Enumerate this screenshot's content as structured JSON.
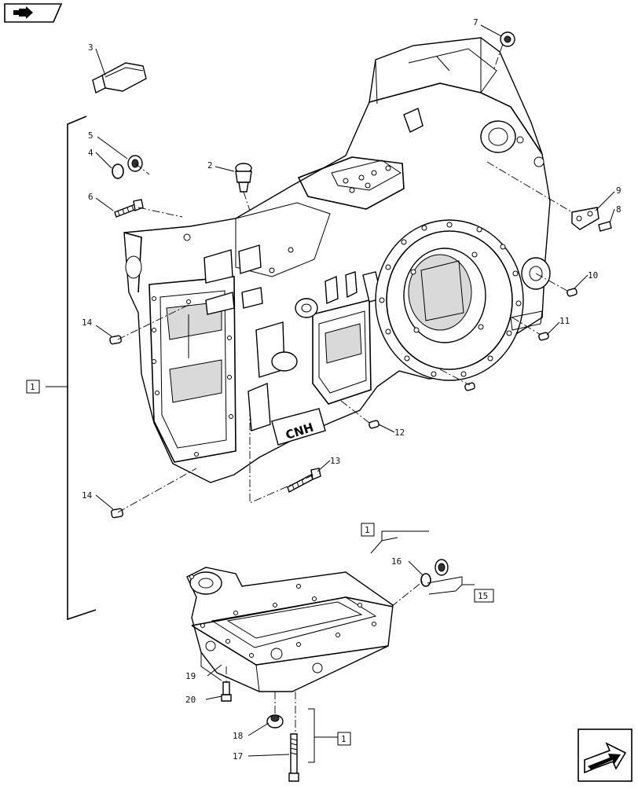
{
  "nav": {
    "top_icon": "book-arrow-icon",
    "bottom_icon": "next-page-arrow-icon"
  },
  "callouts": {
    "c1a": "1",
    "c1b": "1",
    "c1c": "1",
    "c2": "2",
    "c3": "3",
    "c4": "4",
    "c5": "5",
    "c6": "6",
    "c7": "7",
    "c8": "8",
    "c9": "9",
    "c10": "10",
    "c11": "11",
    "c12": "12",
    "c13": "13",
    "c14a": "14",
    "c14b": "14",
    "c15": "15",
    "c16": "16",
    "c17": "17",
    "c18": "18",
    "c19": "19",
    "c20": "20"
  },
  "housing_logo": "CNH"
}
